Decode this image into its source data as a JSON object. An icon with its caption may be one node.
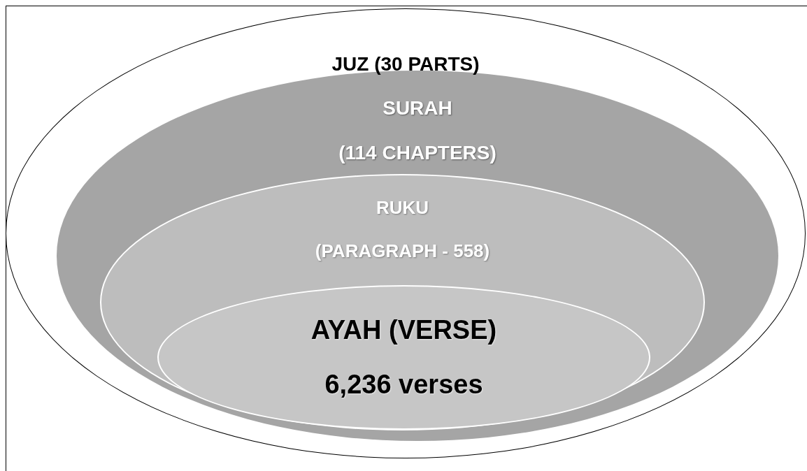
{
  "diagram": {
    "nodes": [
      {
        "text": [
          "JUZ (30 PARTS)"
        ]
      },
      {
        "text": [
          "SURAH",
          "(114 CHAPTERS)"
        ],
        "in": 0
      },
      {
        "text": [
          "RUKU",
          "(PARAGRAPH - 558)"
        ],
        "in": 1
      },
      {
        "text": [
          "AYAH (VERSE)",
          "6,236 verses"
        ],
        "in": 2
      }
    ]
  }
}
